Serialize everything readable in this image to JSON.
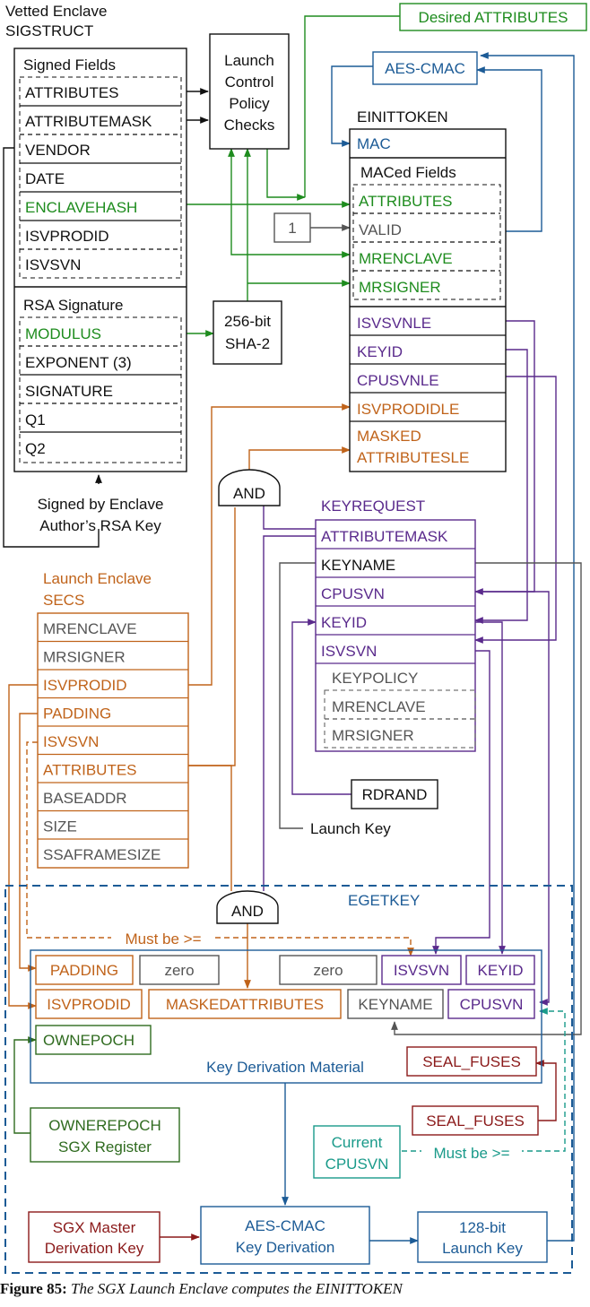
{
  "colors": {
    "black": "#111111",
    "gray": "#555555",
    "green": "#1e8c1e",
    "blue": "#1c5b96",
    "purple": "#5a2a8c",
    "orange": "#c0631a",
    "darkred": "#8b1a1a",
    "teal": "#1a9a8a",
    "darkgreen": "#2f6b1f"
  },
  "sigstruct": {
    "title_line1": "Vetted Enclave",
    "title_line2": "SIGSTRUCT",
    "signed_fields_header": "Signed Fields",
    "signed_fields": [
      "ATTRIBUTES",
      "ATTRIBUTEMASK",
      "VENDOR",
      "DATE",
      "ENCLAVEHASH",
      "ISVPRODID",
      "ISVSVN"
    ],
    "rsa_header": "RSA Signature",
    "rsa_fields": [
      "MODULUS",
      "EXPONENT (3)",
      "SIGNATURE",
      "Q1",
      "Q2"
    ],
    "signed_by_line1": "Signed by Enclave",
    "signed_by_line2": "Author’s RSA Key"
  },
  "launch_control": [
    "Launch",
    "Control",
    "Policy",
    "Checks"
  ],
  "desired_attributes": "Desired ATTRIBUTES",
  "aes_cmac_top": "AES-CMAC",
  "sha2": [
    "256-bit",
    "SHA-2"
  ],
  "constant_one": "1",
  "einittoken": {
    "title": "EINITTOKEN",
    "mac": "MAC",
    "maced_header": "MACed Fields",
    "maced_fields": [
      "ATTRIBUTES",
      "VALID",
      "MRENCLAVE",
      "MRSIGNER"
    ],
    "fields": [
      "ISVSVNLE",
      "KEYID",
      "CPUSVNLE",
      "ISVPRODIDLE"
    ],
    "masked_line1": "MASKED",
    "masked_line2": "ATTRIBUTESLE"
  },
  "and_gate": "AND",
  "keyrequest": {
    "title": "KEYREQUEST",
    "fields": [
      "ATTRIBUTEMASK",
      "KEYNAME",
      "CPUSVN",
      "KEYID",
      "ISVSVN"
    ],
    "keypolicy": "KEYPOLICY",
    "keypolicy_fields": [
      "MRENCLAVE",
      "MRSIGNER"
    ]
  },
  "rdrand": "RDRAND",
  "launch_key_label": "Launch Key",
  "secs": {
    "title_line1": "Launch Enclave",
    "title_line2": "SECS",
    "fields": [
      "MRENCLAVE",
      "MRSIGNER",
      "ISVPRODID",
      "PADDING",
      "ISVSVN",
      "ATTRIBUTES",
      "BASEADDR",
      "SIZE",
      "SSAFRAMESIZE"
    ]
  },
  "egetkey": {
    "title": "EGETKEY",
    "must_be_1": "Must be >=",
    "kdm_row1": [
      "PADDING",
      "zero",
      "zero",
      "ISVSVN",
      "KEYID"
    ],
    "kdm_row2": [
      "ISVPRODID",
      "MASKEDATTRIBUTES",
      "KEYNAME",
      "CPUSVN"
    ],
    "ownepoch": "OWNEPOCH",
    "kdm_label": "Key Derivation Material",
    "seal_fuses": "SEAL_FUSES",
    "seal_fuses_reg": "SEAL_FUSES",
    "ownerepoch_reg_line1": "OWNEREPOCH",
    "ownerepoch_reg_line2": "SGX Register",
    "current_cpusvn_line1": "Current",
    "current_cpusvn_line2": "CPUSVN",
    "must_be_2": "Must be >=",
    "master_key_line1": "SGX Master",
    "master_key_line2": "Derivation Key",
    "aes_kd_line1": "AES-CMAC",
    "aes_kd_line2": "Key Derivation",
    "launch128_line1": "128-bit",
    "launch128_line2": "Launch Key"
  },
  "caption": {
    "label": "Figure 85:",
    "text": "The SGX Launch Enclave computes the EINITTOKEN"
  }
}
